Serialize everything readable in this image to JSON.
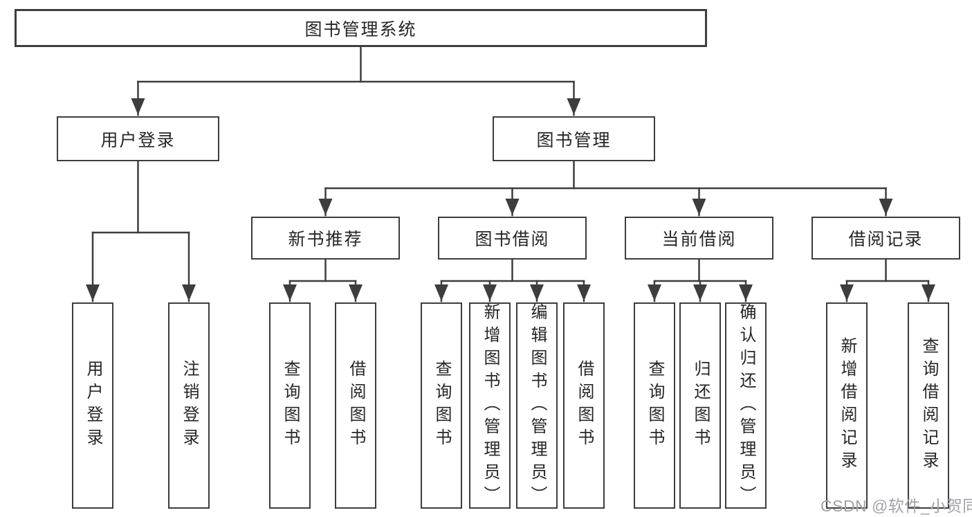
{
  "tree": {
    "root": {
      "label": "图书管理系统"
    },
    "branches": [
      {
        "label": "用户登录",
        "children": [
          {
            "label": "用户登录"
          },
          {
            "label": "注销登录"
          }
        ]
      },
      {
        "label": "图书管理",
        "children": [
          {
            "label": "新书推荐",
            "children": [
              {
                "label": "查询图书"
              },
              {
                "label": "借阅图书"
              }
            ]
          },
          {
            "label": "图书借阅",
            "children": [
              {
                "label": "查询图书"
              },
              {
                "label": "新增图书（管理员）"
              },
              {
                "label": "编辑图书（管理员）"
              },
              {
                "label": "借阅图书"
              }
            ]
          },
          {
            "label": "当前借阅",
            "children": [
              {
                "label": "查询图书"
              },
              {
                "label": "归还图书"
              },
              {
                "label": "确认归还（管理员）"
              }
            ]
          },
          {
            "label": "借阅记录",
            "children": [
              {
                "label": "新增借阅记录"
              },
              {
                "label": "查询借阅记录"
              }
            ]
          }
        ]
      }
    ]
  },
  "watermark": "CSDN @软件_小贺同学",
  "colors": {
    "box_border": "#3d3d3d",
    "connector": "#3d3d3d",
    "text": "#262626",
    "background": "#ffffff",
    "watermark": "#a2a2a7"
  }
}
